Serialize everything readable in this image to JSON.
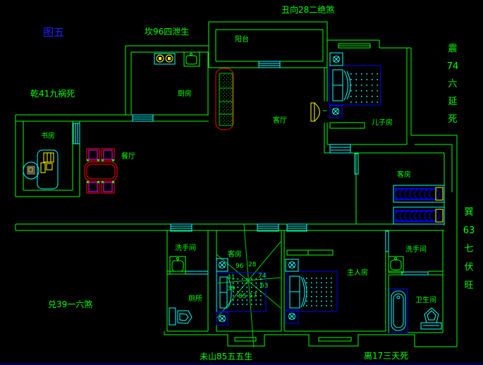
{
  "colors": {
    "background": "#000000",
    "wall": "#00ff00",
    "window": "#00ffff",
    "bed_blue": "#0000ff",
    "accent_yellow": "#ffff00",
    "accent_red": "#ff0000",
    "chair_magenta": "#ff00ff",
    "text_green": "#00ff00",
    "figure_blue": "#2222ff",
    "bottom_line_blue": "#0000b4"
  },
  "annotations": {
    "figure": "图五",
    "top": "丑向28二绝煞",
    "north": "坎96四泄生",
    "northwest": "乾41九祸死",
    "west": "兑39一六煞",
    "southwest": "未山85五五生",
    "south": "离17三天死",
    "east_vertical": [
      "震",
      "74",
      "六",
      "延",
      "死"
    ],
    "southeast_vertical": [
      "巽",
      "63",
      "七",
      "伏",
      "旺"
    ]
  },
  "rooms": {
    "balcony": "阳台",
    "kitchen": "厨房",
    "study": "书房",
    "dining": "餐厅",
    "living": "客厅",
    "son_bedroom": "儿子房",
    "guest_bedroom_east": "客房",
    "guest_bedroom_center": "客房",
    "washroom_west": "洗手间",
    "toilet_west": "厕所",
    "master_bedroom": "主人房",
    "washroom_east": "洗手间",
    "bathroom_east": "卫生间"
  },
  "compass": {
    "nums": [
      "96",
      "28",
      "41",
      "74",
      "39",
      "63",
      "85",
      "17"
    ]
  }
}
